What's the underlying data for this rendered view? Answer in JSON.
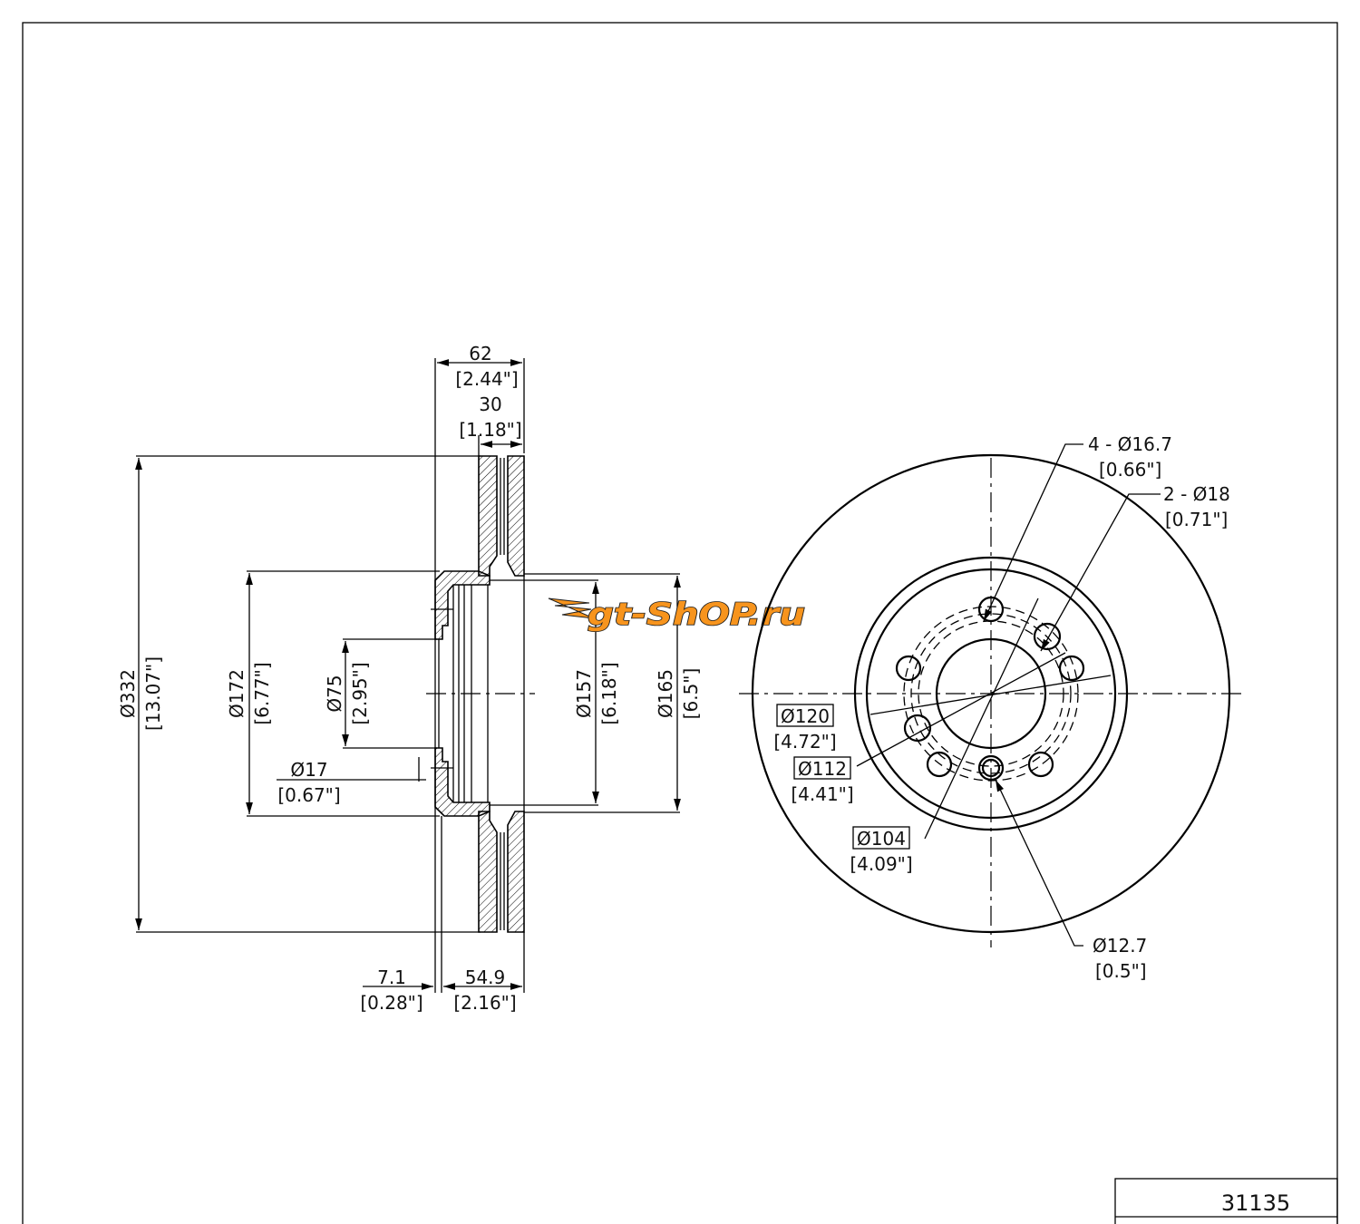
{
  "part_number": "31135",
  "logo_text": "gt-ShOP.ru",
  "side_view": {
    "width_overall": {
      "mm": "62",
      "in": "[2.44\"]"
    },
    "disc_thickness": {
      "mm": "30",
      "in": "[1.18\"]"
    },
    "outer_diameter": {
      "mm": "Ø332",
      "in": "[13.07\"]"
    },
    "hat_diameter": {
      "mm": "Ø172",
      "in": "[6.77\"]"
    },
    "center_bore": {
      "mm": "Ø75",
      "in": "[2.95\"]"
    },
    "hole_size": {
      "mm": "Ø17",
      "in": "[0.67\"]"
    },
    "inner_hat_diameter": {
      "mm": "Ø157",
      "in": "[6.18\"]"
    },
    "hat_outer_face": {
      "mm": "Ø165",
      "in": "[6.5\"]"
    },
    "hat_thickness": {
      "mm": "7.1",
      "in": "[0.28\"]"
    },
    "hat_height": {
      "mm": "54.9",
      "in": "[2.16\"]"
    }
  },
  "front_view": {
    "holes_a": {
      "mm": "4 - Ø16.7",
      "in": "[0.66\"]"
    },
    "holes_b": {
      "mm": "2 - Ø18",
      "in": "[0.71\"]"
    },
    "bolt_circle_1": {
      "mm": "Ø120",
      "in": "[4.72\"]"
    },
    "bolt_circle_2": {
      "mm": "Ø112",
      "in": "[4.41\"]"
    },
    "bolt_circle_3": {
      "mm": "Ø104",
      "in": "[4.09\"]"
    },
    "small_hole": {
      "mm": "Ø12.7",
      "in": "[0.5\"]"
    }
  }
}
